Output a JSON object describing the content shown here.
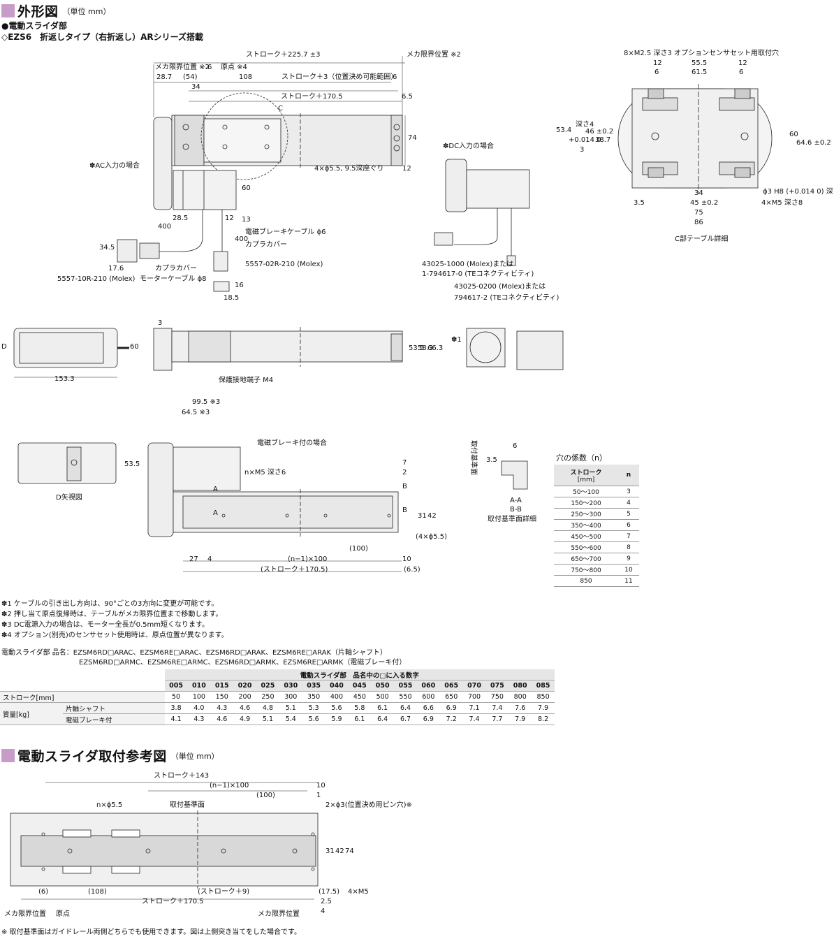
{
  "section1": {
    "title": "外形図",
    "unit": "（単位 mm）"
  },
  "subtitle1": "●電動スライダ部",
  "subtitle2": "◇EZS6　折返しタイプ（右折返し）ARシリーズ搭載",
  "dims": {
    "stroke_225": "ストローク＋225.7 ±3",
    "mecha_limit_r": "メカ限界位置 ※2",
    "mecha_limit_l": "メカ限界位置 ※2",
    "d6": "6",
    "origin": "原点 ※4",
    "d28_7": "28.7",
    "d54": "(54)",
    "d108": "108",
    "stroke_3": "ストローク＋3（位置決め可能範囲）",
    "d6b": "6",
    "d34": "34",
    "stroke_170": "ストローク＋170.5",
    "d6_5": "6.5",
    "c": "C",
    "d74": "74",
    "hole4": "4×ϕ5.5, 9.5深座ぐり",
    "d12": "12",
    "ac_input": "✽AC入力の場合",
    "d60": "60",
    "d28_5": "28.5",
    "d12b": "12",
    "d13": "13",
    "d400": "400",
    "d400b": "400",
    "brake_cable": "電磁ブレーキケーブル ϕ6",
    "coupler_cover": "カプラカバー",
    "molex_02r": "5557-02R-210 (Molex)",
    "d34_5": "34.5",
    "d17_6": "17.6",
    "coupler_cover2": "カプラカバー",
    "molex_10r": "5557-10R-210 (Molex)",
    "motor_cable": "モーターケーブル ϕ8",
    "d16": "16",
    "d18_5": "18.5",
    "dc_input": "✽DC入力の場合",
    "molex_43025_1000": "43025-1000 (Molex)または",
    "te_1794617": "1-794617-0 (TEコネクティビティ)",
    "molex_43025_0200": "43025-0200 (Molex)または",
    "te_794617": "794617-2 (TEコネクティビティ)"
  },
  "table_c": {
    "holes": "8×M2.5 深さ3 オプションセンサセット用取付穴",
    "d12a": "12",
    "d55_5": "55.5",
    "d12b": "12",
    "d6a": "6",
    "d61_5": "61.5",
    "d6b": "6",
    "d53_4": "53.4",
    "depth4": "深さ4",
    "tol": "+0.014 0",
    "d3": "3",
    "d46": "46 ±0.2",
    "d38_7": "38.7",
    "d60": "60",
    "d64_6": "64.6 ±0.2",
    "d34": "34",
    "d45": "45 ±0.2",
    "d75": "75",
    "d86": "86",
    "d3_5": "3.5",
    "phi3": "ϕ3 H8 (+0.014 0) 深さ4",
    "m5": "4×M5 深さ8",
    "caption": "C部テーブル詳細"
  },
  "side": {
    "d": "D",
    "d60": "60",
    "d153_3": "153.3",
    "d3": "3",
    "d53_5": "53.5",
    "d58_3": "58.3",
    "d66_3": "66.3",
    "ground": "保護接地端子 M4",
    "star1": "✽1"
  },
  "brake": {
    "d99_5": "99.5 ※3",
    "d64_5": "64.5 ※3",
    "brake_case": "電磁ブレーキ付の場合",
    "d53_5": "53.5",
    "d_view": "D矢視図",
    "nm5": "n×M5 深さ6",
    "a": "A",
    "a2": "A",
    "b": "B",
    "b2": "B",
    "d7": "7",
    "d2": "2",
    "d31": "31",
    "d42": "42",
    "hole4": "(4×ϕ5.5)",
    "d100": "(100)",
    "d27": "27",
    "d4": "4",
    "n100": "(n−1)×100",
    "d10": "10",
    "stroke170": "(ストローク＋170.5)",
    "d6_5": "(6.5)"
  },
  "ref_detail": {
    "ref_plane": "取付基準面",
    "d6": "6",
    "d3_5": "3.5",
    "aa": "A-A",
    "bb": "B-B",
    "caption": "取付基準面詳細"
  },
  "holes_table": {
    "title": "穴の係数（n）",
    "header_stroke": "ストローク",
    "header_unit": "[mm]",
    "header_n": "n",
    "rows": [
      [
        "50〜100",
        "3"
      ],
      [
        "150〜200",
        "4"
      ],
      [
        "250〜300",
        "5"
      ],
      [
        "350〜400",
        "6"
      ],
      [
        "450〜500",
        "7"
      ],
      [
        "550〜600",
        "8"
      ],
      [
        "650〜700",
        "9"
      ],
      [
        "750〜800",
        "10"
      ],
      [
        "850",
        "11"
      ]
    ]
  },
  "notes": [
    "✽1 ケーブルの引き出し方向は、90°ごとの3方向に変更が可能です。",
    "✽2 押し当て原点復帰時は、テーブルがメカ限界位置まで移動します。",
    "✽3 DC電源入力の場合は、モーター全長が0.5mm短くなります。",
    "✽4 オプション(別売)のセンサセット使用時は、原点位置が異なります。"
  ],
  "product_names": {
    "line1": "電動スライダ部 品名：EZSM6RD□ARAC、EZSM6RE□ARAC、EZSM6RD□ARAK、EZSM6RE□ARAK（片軸シャフト）",
    "line2": "EZSM6RD□ARMC、EZSM6RE□ARMC、EZSM6RD□ARMK、EZSM6RE□ARMK（電磁ブレーキ付）"
  },
  "main_table": {
    "header_group": "電動スライダ部　品名中の□に入る数字",
    "codes": [
      "005",
      "010",
      "015",
      "020",
      "025",
      "030",
      "035",
      "040",
      "045",
      "050",
      "055",
      "060",
      "065",
      "070",
      "075",
      "080",
      "085"
    ],
    "stroke_label": "ストローク[mm]",
    "strokes": [
      "50",
      "100",
      "150",
      "200",
      "250",
      "300",
      "350",
      "400",
      "450",
      "500",
      "550",
      "600",
      "650",
      "700",
      "750",
      "800",
      "850"
    ],
    "mass_label": "質量[kg]",
    "single_label": "片軸シャフト",
    "single": [
      "3.8",
      "4.0",
      "4.3",
      "4.6",
      "4.8",
      "5.1",
      "5.3",
      "5.6",
      "5.8",
      "6.1",
      "6.4",
      "6.6",
      "6.9",
      "7.1",
      "7.4",
      "7.6",
      "7.9"
    ],
    "brake_label": "電磁ブレーキ付",
    "brake": [
      "4.1",
      "4.3",
      "4.6",
      "4.9",
      "5.1",
      "5.4",
      "5.6",
      "5.9",
      "6.1",
      "6.4",
      "6.7",
      "6.9",
      "7.2",
      "7.4",
      "7.7",
      "7.9",
      "8.2"
    ]
  },
  "section2": {
    "title": "電動スライダ取付参考図",
    "unit": "（単位 mm）"
  },
  "mount": {
    "stroke143": "ストローク＋143",
    "n100": "(n−1)×100",
    "d10": "10",
    "d100": "(100)",
    "d1": "1",
    "nphi": "n×ϕ5.5",
    "ref_plane": "取付基準面",
    "pin": "2×ϕ3(位置決め用ピン穴)※",
    "d31": "31",
    "d42": "42",
    "d74": "74",
    "d6": "(6)",
    "d108": "(108)",
    "stroke9": "(ストローク＋9)",
    "d17_5": "(17.5)",
    "m5": "4×M5",
    "stroke170": "ストローク＋170.5",
    "d2_5": "2.5",
    "d4": "4",
    "mecha_l": "メカ限界位置",
    "origin": "原点",
    "mecha_r": "メカ限界位置"
  },
  "footnote": "※ 取付基準面はガイドレール両側どちらでも使用できます。図は上側突き当てをした場合です。"
}
